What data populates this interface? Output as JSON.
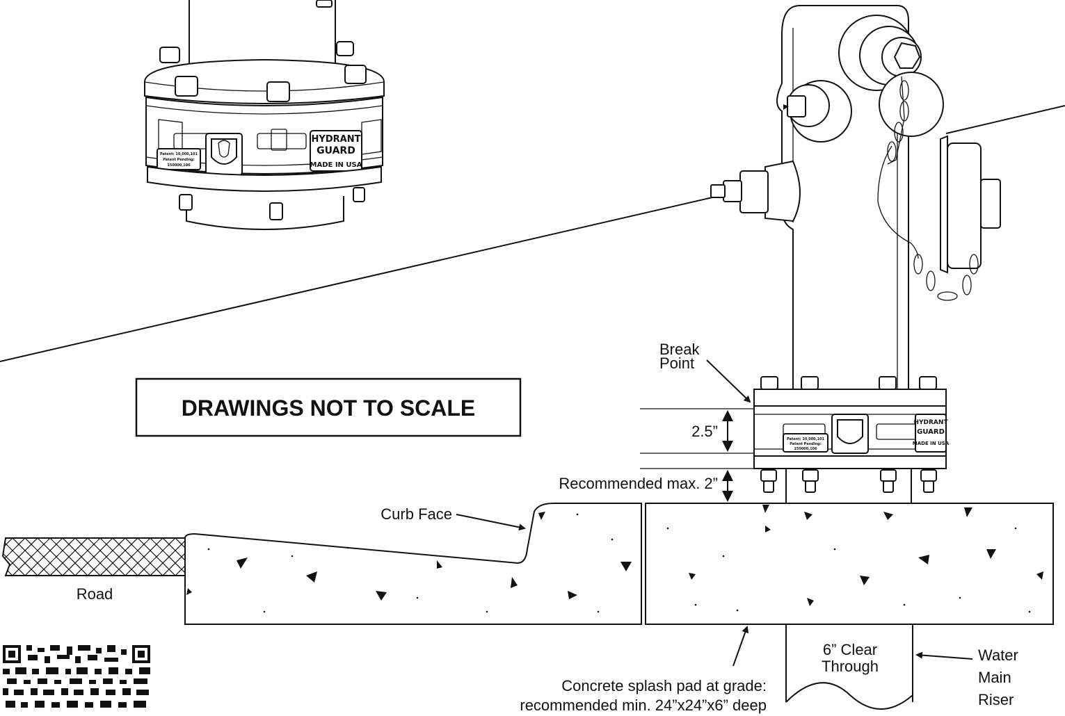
{
  "notice": {
    "text": "DRAWINGS NOT TO SCALE"
  },
  "labels": {
    "break_point_line1": "Break",
    "break_point_line2": "Point",
    "dim_height": "2.5”",
    "recommended_max": "Recommended max. 2”",
    "curb_face": "Curb Face",
    "road": "Road",
    "clear_line1": "6” Clear",
    "clear_line2": "Through",
    "water_line1": "Water",
    "water_line2": "Main",
    "water_line3": "Riser",
    "pad_line1": "Concrete splash pad at grade:",
    "pad_line2": "recommended min. 24”x24”x6” deep"
  },
  "product_marking": {
    "brand_line1": "HYDRANT",
    "brand_line2": "GUARD",
    "origin": "MADE IN USA",
    "patent_line1": "Patent: 10,000,101",
    "patent_line2": "Patent Pending:",
    "patent_line3": "150000,106"
  },
  "colors": {
    "ink": "#111111",
    "paper": "#ffffff"
  }
}
